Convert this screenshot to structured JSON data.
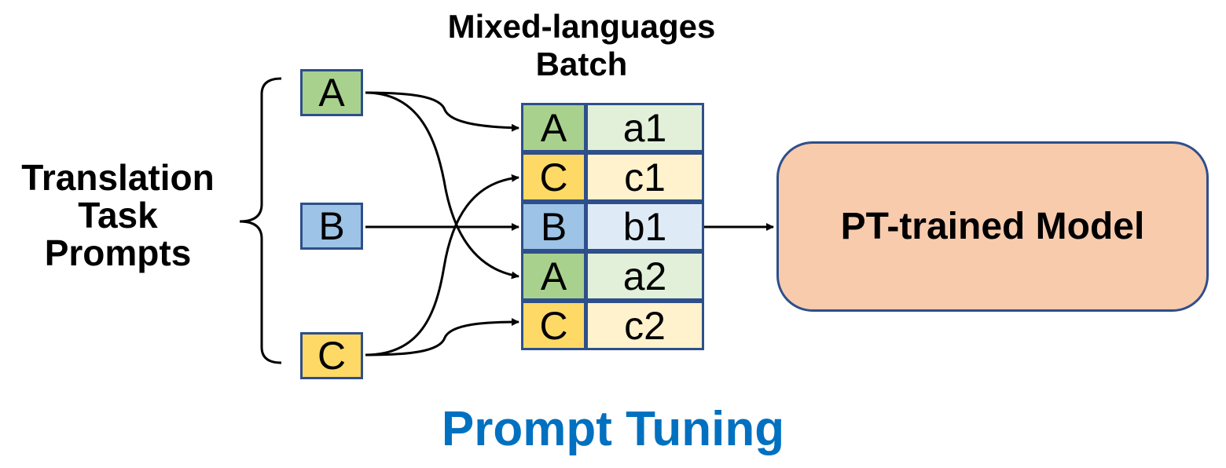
{
  "header": {
    "batch_title_line1": "Mixed-languages",
    "batch_title_line2": "Batch"
  },
  "left_label": {
    "line1": "Translation",
    "line2": "Task",
    "line3": "Prompts"
  },
  "prompts": [
    {
      "label": "A",
      "color": "#a9d18e"
    },
    {
      "label": "B",
      "color": "#9dc3e6"
    },
    {
      "label": "C",
      "color": "#ffd966"
    }
  ],
  "batch_rows": [
    {
      "tag": "A",
      "text": "a1",
      "tag_color": "#a9d18e",
      "text_color": "#e2f0d9"
    },
    {
      "tag": "C",
      "text": "c1",
      "tag_color": "#ffd966",
      "text_color": "#fff2cc"
    },
    {
      "tag": "B",
      "text": "b1",
      "tag_color": "#9dc3e6",
      "text_color": "#deebf7"
    },
    {
      "tag": "A",
      "text": "a2",
      "tag_color": "#a9d18e",
      "text_color": "#e2f0d9"
    },
    {
      "tag": "C",
      "text": "c2",
      "tag_color": "#ffd966",
      "text_color": "#fff2cc"
    }
  ],
  "model": {
    "label": "PT-trained Model",
    "color": "#f8cbad"
  },
  "footer": {
    "title": "Prompt Tuning",
    "color": "#0070c0"
  }
}
